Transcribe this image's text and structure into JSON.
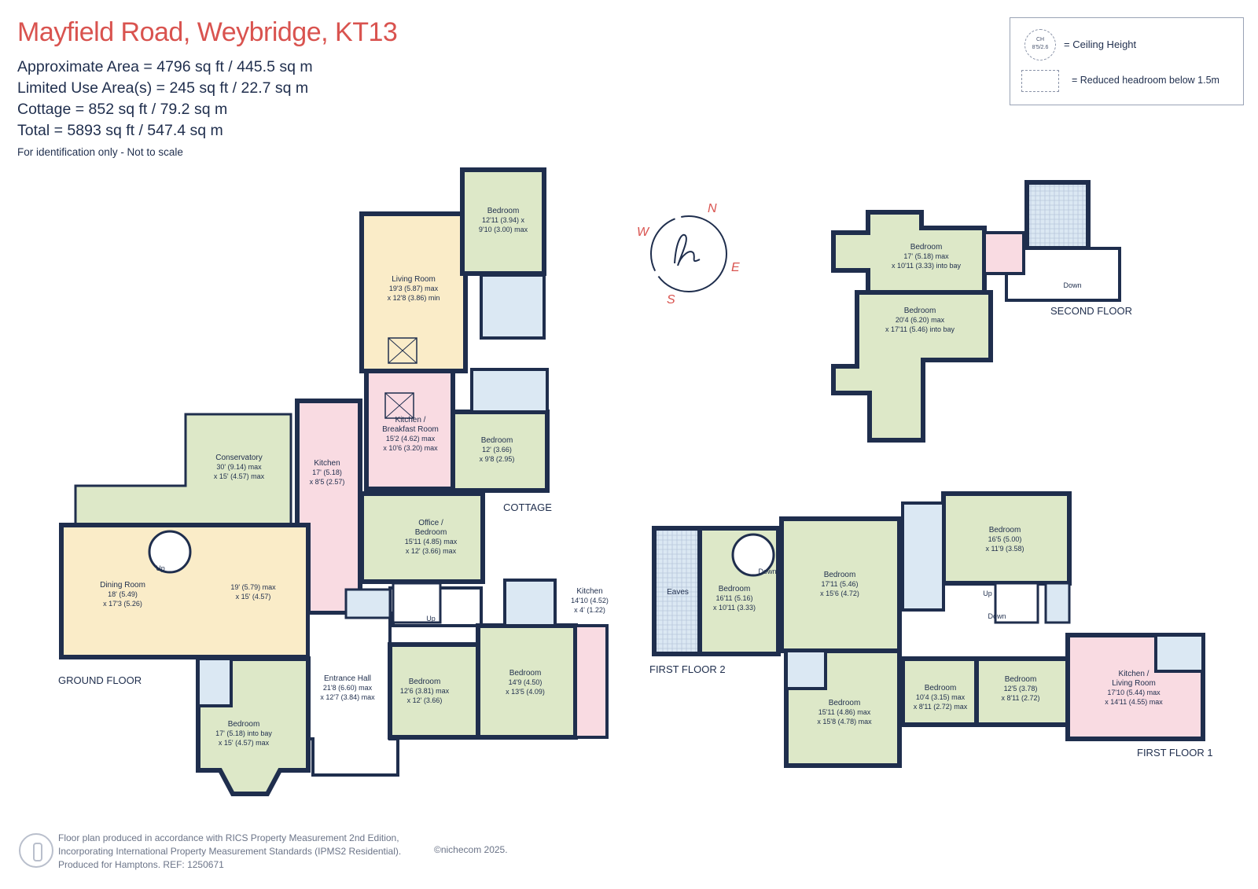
{
  "header": {
    "title": "Mayfield Road, Weybridge, KT13",
    "area_lines": [
      "Approximate Area = 4796 sq ft / 445.5 sq m",
      "Limited Use Area(s) = 245 sq ft / 22.7 sq m",
      "Cottage = 852  sq ft / 79.2  sq m",
      "Total = 5893 sq ft / 547.4 sq m"
    ],
    "disclaimer": "For identification only - Not to scale"
  },
  "legend": {
    "ch_symbol_top": "CH",
    "ch_symbol_bottom": "8'5/2.6",
    "ch_label": "= Ceiling Height",
    "reduced_label": "= Reduced headroom below 1.5m"
  },
  "compass": {
    "n": "N",
    "e": "E",
    "s": "S",
    "w": "W",
    "logo": "h"
  },
  "floor_labels": {
    "ground": "GROUND FLOOR",
    "cottage": "COTTAGE",
    "second": "SECOND FLOOR",
    "first2": "FIRST FLOOR 2",
    "first1": "FIRST FLOOR 1"
  },
  "rooms": {
    "g_bed1": {
      "name": "Bedroom",
      "d1": "12'11 (3.94) x",
      "d2": "9'10 (3.00) max"
    },
    "g_living": {
      "name": "Living Room",
      "d1": "19'3 (5.87) max",
      "d2": "x 12'8 (3.86) min"
    },
    "g_kitbreak": {
      "name": "Kitchen /",
      "name2": "Breakfast Room",
      "d1": "15'2 (4.62) max",
      "d2": "x 10'6 (3.20) max"
    },
    "g_bed2": {
      "name": "Bedroom",
      "d1": "12' (3.66)",
      "d2": "x 9'8 (2.95)"
    },
    "g_conserv": {
      "name": "Conservatory",
      "d1": "30' (9.14) max",
      "d2": "x 15' (4.57) max"
    },
    "g_kitchen": {
      "name": "Kitchen",
      "d1": "17' (5.18)",
      "d2": "x 8'5 (2.57)"
    },
    "g_office": {
      "name": "Office /",
      "name2": "Bedroom",
      "d1": "15'11 (4.85) max",
      "d2": "x 12' (3.66) max"
    },
    "g_dining": {
      "name": "Dining Room",
      "d1": "18' (5.49)",
      "d2": "x 17'3 (5.26)"
    },
    "g_reception": {
      "d1": "19' (5.79) max",
      "d2": "x 15' (4.57)"
    },
    "g_hall": {
      "name": "Entrance Hall",
      "d1": "21'8 (6.60) max",
      "d2": "x 12'7 (3.84) max"
    },
    "g_bed3": {
      "name": "Bedroom",
      "d1": "12'6 (3.81) max",
      "d2": "x 12' (3.66)"
    },
    "g_bed4": {
      "name": "Bedroom",
      "d1": "14'9 (4.50)",
      "d2": "x 13'5 (4.09)"
    },
    "g_kit2": {
      "name": "Kitchen",
      "d1": "14'10 (4.52)",
      "d2": "x 4' (1.22)"
    },
    "g_bed5": {
      "name": "Bedroom",
      "d1": "17' (5.18) into bay",
      "d2": "x 15' (4.57) max"
    },
    "s_bed1": {
      "name": "Bedroom",
      "d1": "17' (5.18) max",
      "d2": "x 10'11 (3.33) into bay"
    },
    "s_bed2": {
      "name": "Bedroom",
      "d1": "20'4 (6.20) max",
      "d2": "x 17'11 (5.46) into bay"
    },
    "f2_eaves": {
      "name": "Eaves"
    },
    "f2_bed": {
      "name": "Bedroom",
      "d1": "16'11 (5.16)",
      "d2": "x 10'11 (3.33)"
    },
    "f1_bed1": {
      "name": "Bedroom",
      "d1": "17'11 (5.46)",
      "d2": "x 15'6 (4.72)"
    },
    "f1_bed2": {
      "name": "Bedroom",
      "d1": "16'5 (5.00)",
      "d2": "x 11'9 (3.58)"
    },
    "f1_bed3": {
      "name": "Bedroom",
      "d1": "15'11 (4.86) max",
      "d2": "x 15'8 (4.78) max"
    },
    "f1_bed4": {
      "name": "Bedroom",
      "d1": "10'4 (3.15) max",
      "d2": "x 8'11 (2.72) max"
    },
    "f1_bed5": {
      "name": "Bedroom",
      "d1": "12'5 (3.78)",
      "d2": "x 8'11 (2.72)"
    },
    "f1_kitliving": {
      "name": "Kitchen /",
      "name2": "Living Room",
      "d1": "17'10 (5.44) max",
      "d2": "x 14'11 (4.55) max"
    }
  },
  "stair_labels": {
    "up1": "Up",
    "up2": "Up",
    "down1": "Down",
    "down2": "Down",
    "up3": "Up",
    "down3": "Down"
  },
  "footer": {
    "line1": "Floor plan produced in accordance with RICS Property Measurement 2nd Edition,",
    "line2": "Incorporating International Property Measurement Standards (IPMS2 Residential).",
    "line3": "Produced for Hamptons.   REF:  1250671",
    "copyright": "©nichecom 2025."
  },
  "colors": {
    "wall": "#1f2e4d",
    "green_room": "#dde8c8",
    "yellow_room": "#faecc8",
    "pink_room": "#f9dbe2",
    "blue_room": "#dbe8f3",
    "accent": "#d9534f"
  }
}
